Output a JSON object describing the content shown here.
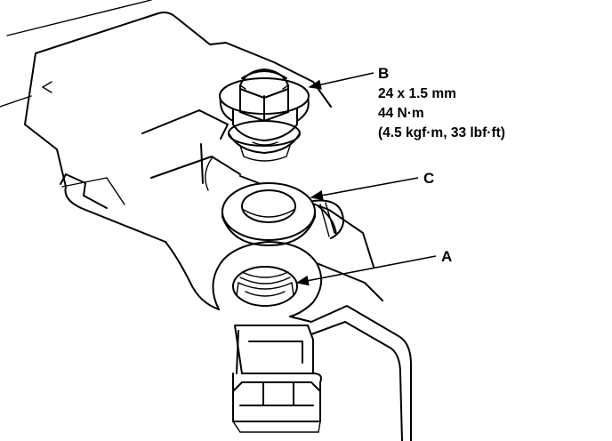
{
  "callouts": {
    "a": {
      "letter": "A"
    },
    "b": {
      "letter": "B",
      "size": "24 x 1.5 mm",
      "torque": "44 N·m",
      "torque_alt": "(4.5 kgf·m, 33 lbf·ft)"
    },
    "c": {
      "letter": "C"
    }
  }
}
